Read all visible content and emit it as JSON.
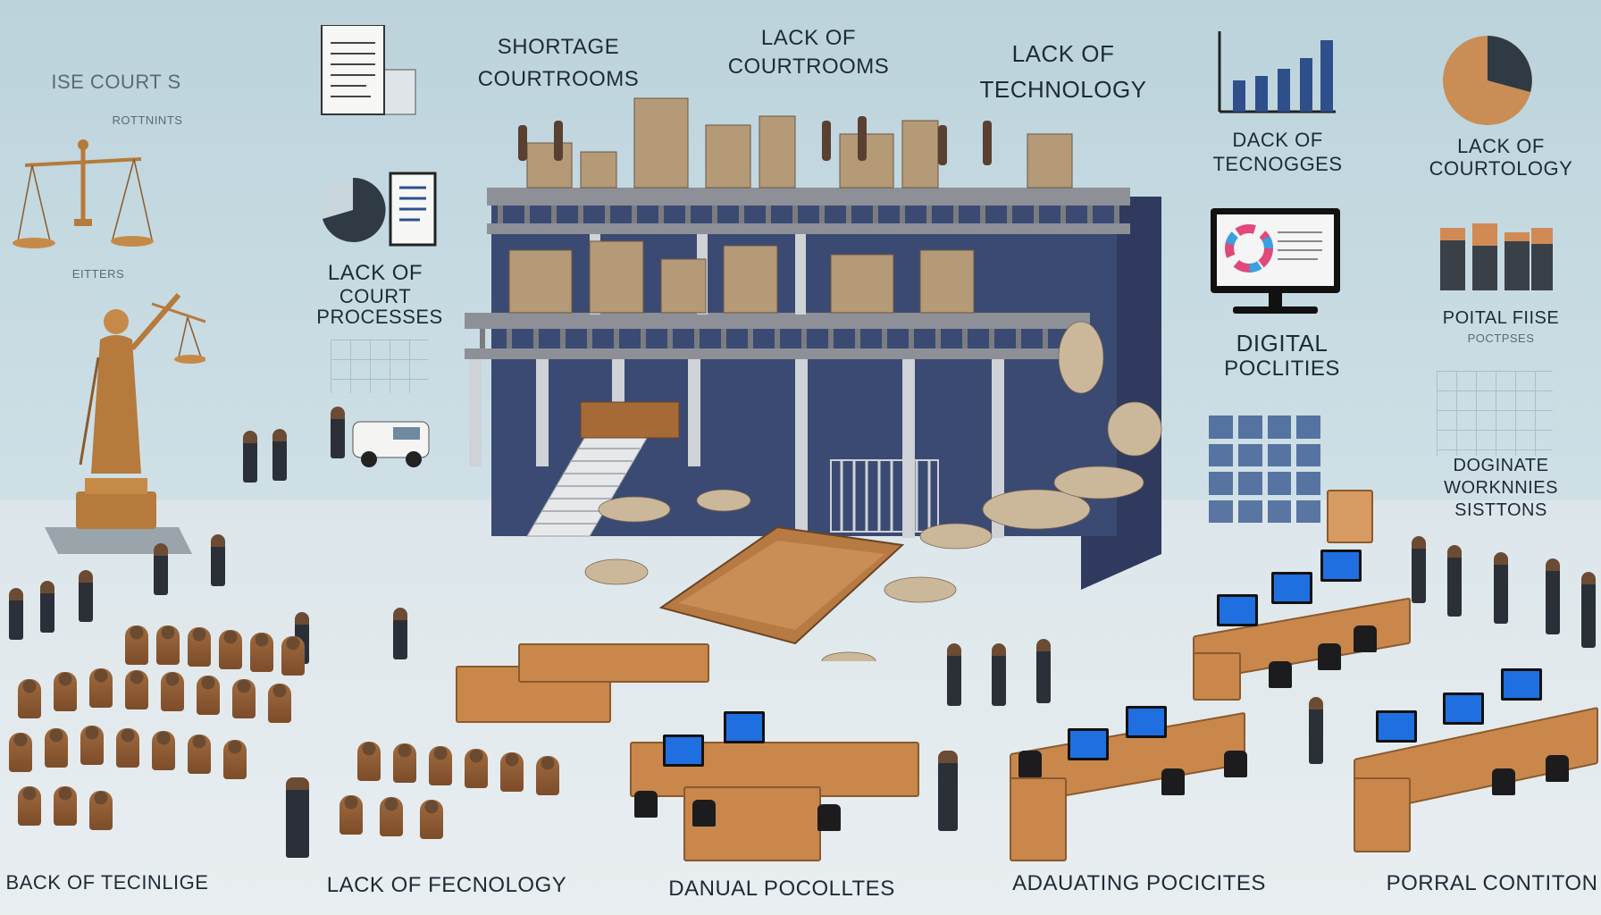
{
  "labels": {
    "top_left_1": "ISE COURT S",
    "top_left_2": "ROTTNINTS",
    "top_left_3": "EITTERS",
    "shortage_courtrooms_1": "SHORTAGE",
    "shortage_courtrooms_2": "COURTROOMS",
    "lack_of_courtrooms_1": "LACK OF",
    "lack_of_courtrooms_2": "COURTROOMS",
    "lack_of_technology_1": "LACK OF",
    "lack_of_technology_2": "TECHNOLOGY",
    "lack_of_court_processes_1": "LACK OF",
    "lack_of_court_processes_2": "COURT",
    "lack_of_court_processes_3": "PROCESSES",
    "dack_of_tecnogges_1": "DACK OF",
    "dack_of_tecnogges_2": "TECNOGGES",
    "lack_of_courtology_1": "LACK OF",
    "lack_of_courtology_2": "COURTOLOGY",
    "digital_policities_1": "DIGITAL",
    "digital_policities_2": "POCLITIES",
    "poital_fiise_1": "POITAL FIISE",
    "poital_fiise_2": "POCTPSES",
    "doginate_1": "DOGINATE",
    "doginate_2": "WORKNNIES",
    "doginate_3": "SISTTONS",
    "bottom_1": "BACK OF TECINLIGE",
    "bottom_2": "LACK OF FECNOLOGY",
    "bottom_3": "DANUAL POCOLLTES",
    "bottom_4": "ADAUATING POCICITES",
    "bottom_5": "PORRAL CONTITON"
  },
  "colors": {
    "background": "#bcd3dc",
    "wood": "#c9874b",
    "monitor": "#1f6fe0",
    "statue": "#b57a3c"
  },
  "icons": {
    "scales": "scales-of-justice-icon",
    "document": "document-icon",
    "pie": "pie-chart-icon",
    "bar": "bar-chart-icon",
    "computer": "computer-icon"
  }
}
